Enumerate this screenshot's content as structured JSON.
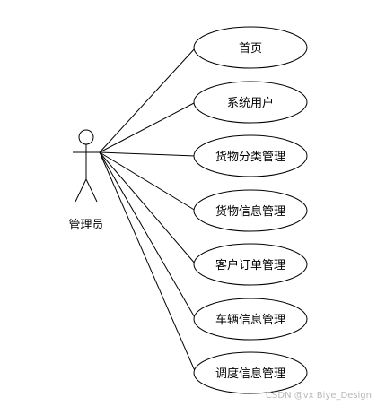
{
  "actor": {
    "label": "管理员"
  },
  "use_cases": [
    {
      "label": "首页"
    },
    {
      "label": "系统用户"
    },
    {
      "label": "货物分类管理"
    },
    {
      "label": "货物信息管理"
    },
    {
      "label": "客户订单管理"
    },
    {
      "label": "车辆信息管理"
    },
    {
      "label": "调度信息管理"
    }
  ],
  "watermark": "CSDN @vx Biye_Design",
  "colors": {
    "stroke": "#000000",
    "background": "#ffffff",
    "watermark": "#b9b9b9"
  }
}
